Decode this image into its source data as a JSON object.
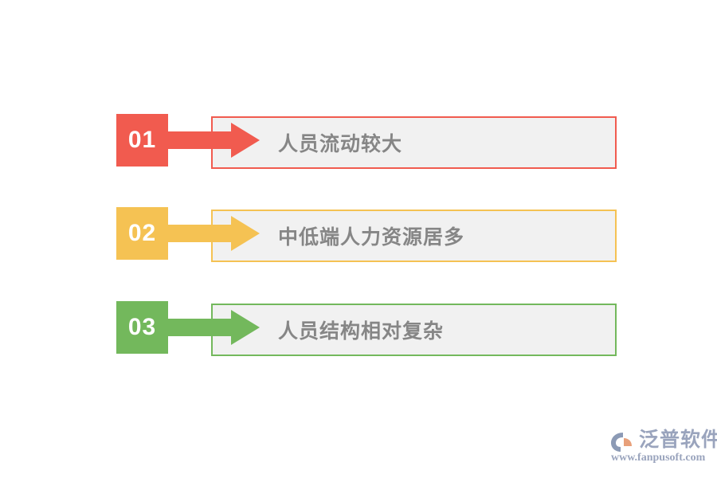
{
  "slide": {
    "background_color": "#ffffff",
    "panel_background": "#f1f1f1",
    "panel_text_color": "#868686",
    "number_text_color": "#ffffff"
  },
  "rows": [
    {
      "number": "01",
      "label": "人员流动较大",
      "color": "#F15B4F",
      "border_color": "#F15B4F"
    },
    {
      "number": "02",
      "label": "中低端人力资源居多",
      "color": "#F5C253",
      "border_color": "#F5C253"
    },
    {
      "number": "03",
      "label": "人员结构相对复杂",
      "color": "#73B85C",
      "border_color": "#73B85C"
    }
  ],
  "watermark": {
    "name": "泛普软件",
    "url": "www.fanpusoft.com",
    "text_color": "#9aa4bd",
    "mark_primary_color": "#8c9ab5",
    "mark_accent_color": "#e8a07a"
  }
}
